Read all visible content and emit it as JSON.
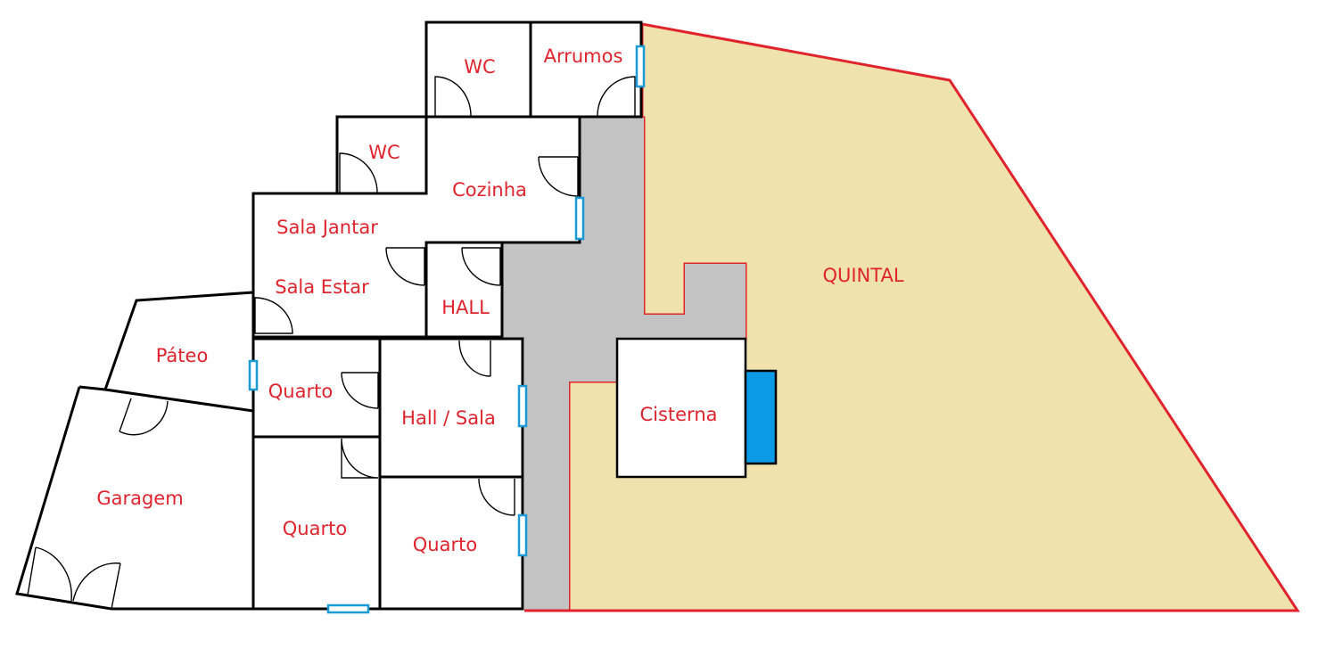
{
  "rooms": {
    "wc_top": "WC",
    "arrumos": "Arrumos",
    "wc_second": "WC",
    "cozinha": "Cozinha",
    "sala_jantar": "Sala Jantar",
    "sala_estar": "Sala Estar",
    "hall": "HALL",
    "pateo": "Páteo",
    "quarto_small": "Quarto",
    "hall_sala": "Hall / Sala",
    "garagem": "Garagem",
    "quarto_bottom_left": "Quarto",
    "quarto_bottom_right": "Quarto",
    "cisterna": "Cisterna",
    "quintal": "QUINTAL"
  },
  "colors": {
    "label": "#e0242e",
    "boundary": "#e0242e",
    "quintal_fill": "#efe2ad",
    "corridor_fill": "#c3c3c3",
    "window": "#1a9bd7",
    "tank": "#0a9ae6",
    "wall": "#000000"
  }
}
